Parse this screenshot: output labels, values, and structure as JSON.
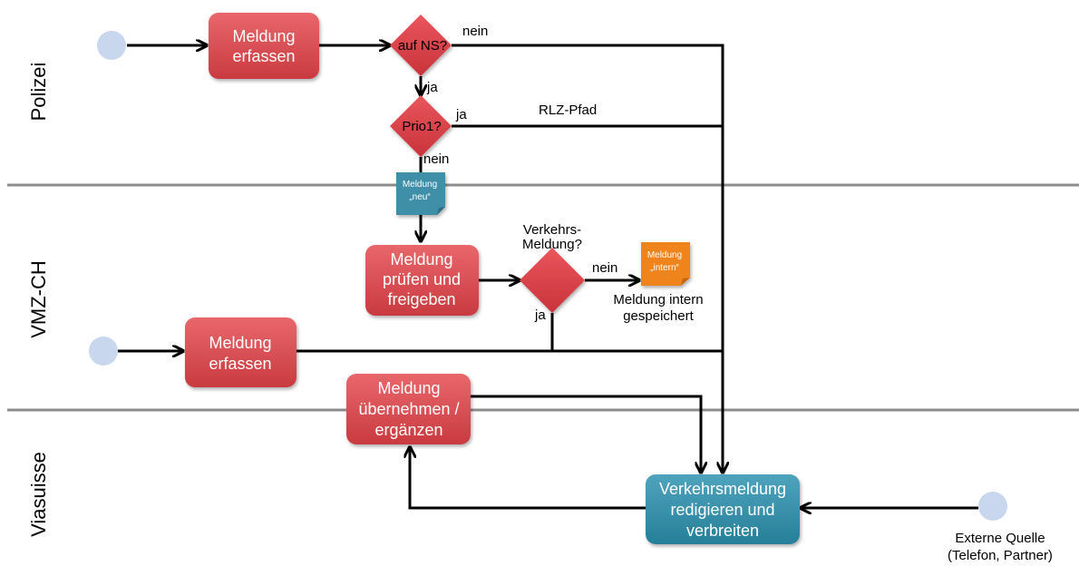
{
  "lanes": {
    "polizei": "Polizei",
    "vmz": "VMZ-CH",
    "viasuisse": "Viasuisse"
  },
  "tasks": {
    "polizei_erfassen": [
      "Meldung",
      "erfassen"
    ],
    "vmz_pruefen": [
      "Meldung",
      "prüfen und",
      "freigeben"
    ],
    "vmz_erfassen": [
      "Meldung",
      "erfassen"
    ],
    "via_uebernehmen": [
      "Meldung",
      "übernehmen /",
      "ergänzen"
    ],
    "via_redigieren": [
      "Verkehrsmeldung",
      "redigieren und",
      "verbreiten"
    ]
  },
  "gateways": {
    "auf_ns": "auf NS?",
    "prio1": "Prio1?",
    "verkehrsmeldung_label": [
      "Verkehrs-",
      "Meldung?"
    ]
  },
  "documents": {
    "neu": [
      "Meldung",
      "„neu“"
    ],
    "intern": [
      "Meldung",
      "„intern“"
    ]
  },
  "edge_labels": {
    "nein_ns": "nein",
    "ja_ns": "ja",
    "ja_prio": "ja",
    "rlz_pfad": "RLZ-Pfad",
    "nein_prio": "nein",
    "nein_vm": "nein",
    "ja_vm": "ja"
  },
  "notes": {
    "intern_caption": [
      "Meldung intern",
      "gespeichert"
    ],
    "external_source": [
      "Externe Quelle",
      "(Telefon, Partner)"
    ]
  },
  "colors": {
    "task_red": "#d9464b",
    "task_blue": "#2f8aa3",
    "gateway_red": "#d63b43",
    "doc_blue": "#3f8fa9",
    "doc_orange": "#f0841e",
    "start_event": "#c8d7ee",
    "lane_divider": "#8c8c8c"
  }
}
